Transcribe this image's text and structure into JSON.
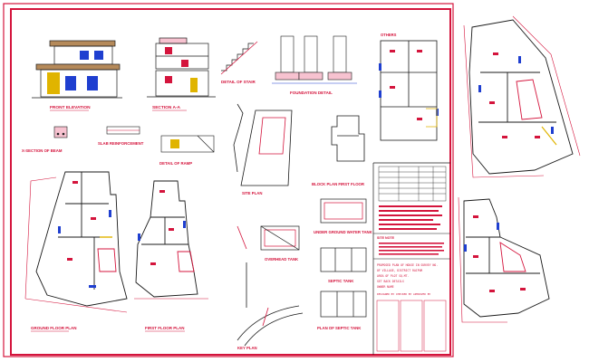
{
  "colors": {
    "frame": "#d4143c",
    "line": "#1a1a1a",
    "accent_blue": "#1f3fd0",
    "accent_yellow": "#e0b400",
    "accent_green": "#1f9a2a",
    "fill_pink": "#f7c2d0"
  },
  "sheet": {
    "labels": {
      "front_elevation": "FRONT ELEVATION",
      "section_aa": "SECTION A-A",
      "detail_of_stair": "DETAIL OF STAIR",
      "foundation_detail": "FOUNDATION DETAIL",
      "others": "OTHERS",
      "section_of_beam": "X-SECTION OF BEAM",
      "slab_reinforcement": "SLAB REINFORCEMENT",
      "detail_of_ramp": "DETAIL OF RAMP",
      "block_plan_first_floor": "BLOCK PLAN FIRST FLOOR",
      "site_plan": "SITE PLAN",
      "underground_water_tank": "UNDER GROUND WATER TANK",
      "overhead_tank": "OVERHEAD TANK",
      "septic_tank": "SEPTIC TANK",
      "plan_of_septic_tank": "PLAN OF SEPTIC TANK",
      "ground_floor_plan": "GROUND FLOOR PLAN",
      "first_floor_plan": "FIRST FLOOR PLAN",
      "key_plan": "KEY PLAN",
      "site_note": "SITE NOTE"
    },
    "title_block": {
      "lines": [
        "PROPOSED PLAN OF HOUSE IN SURVEY NO.",
        "OF VILLAGE, DISTRICT RAIPUR",
        "AREA OF PLOT  SQ.MT.",
        "SET BACK DETAILS",
        "OWNER NAME",
        "DESIGNED BY  CHECKED BY  APPROVED BY"
      ]
    }
  }
}
